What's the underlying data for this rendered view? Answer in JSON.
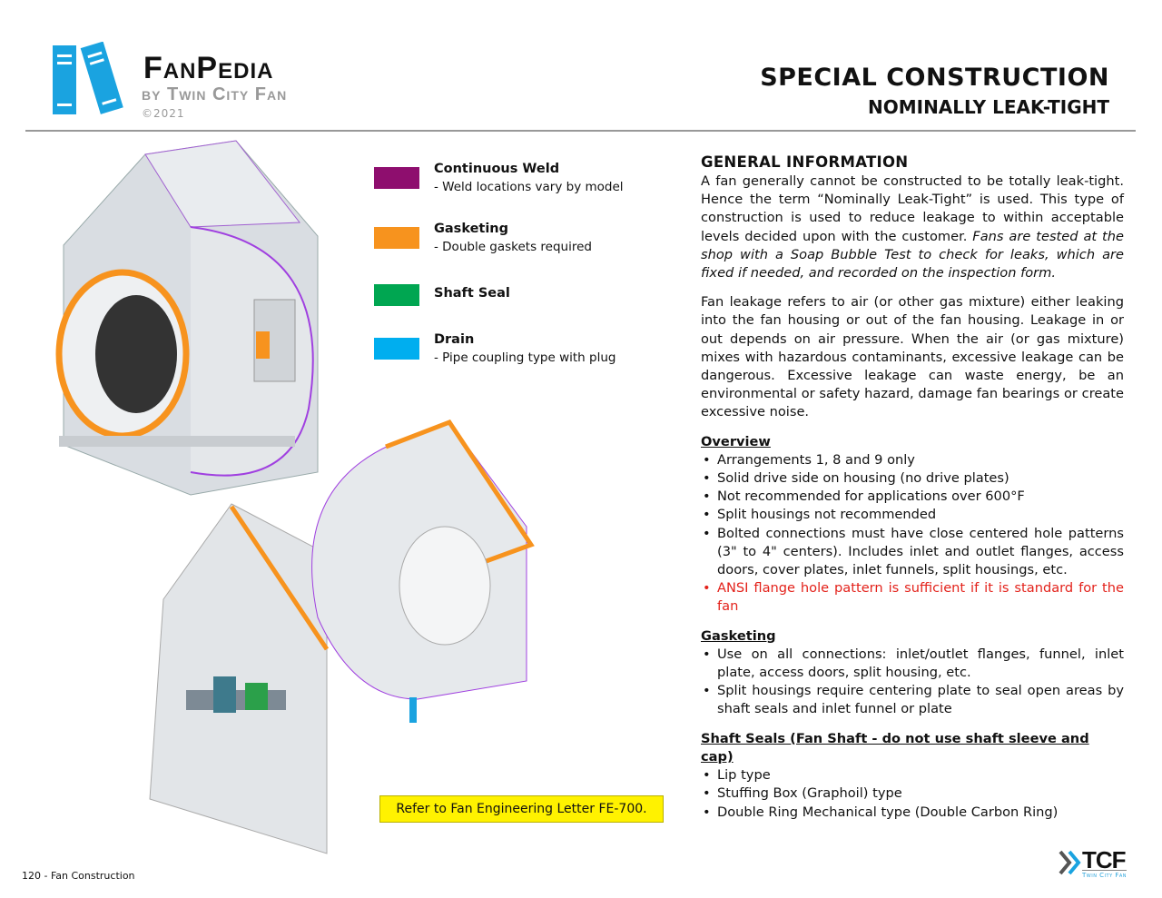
{
  "header": {
    "logo_title": "FanPedia",
    "logo_subtitle": "by Twin City Fan",
    "logo_copyright": "©2021",
    "title": "SPECIAL CONSTRUCTION",
    "subtitle": "NOMINALLY LEAK-TIGHT"
  },
  "legend": [
    {
      "label": "Continuous Weld",
      "sub": "- Weld locations vary by model",
      "color": "#8e0e6e"
    },
    {
      "label": "Gasketing",
      "sub": "- Double gaskets required",
      "color": "#f7931e"
    },
    {
      "label": "Shaft Seal",
      "sub": "",
      "color": "#00a651"
    },
    {
      "label": "Drain",
      "sub": "- Pipe coupling type with plug",
      "color": "#00aeef"
    }
  ],
  "content": {
    "general_heading": "GENERAL INFORMATION",
    "p1": "A fan generally cannot be constructed to be totally leak-tight. Hence the term “Nominally Leak-Tight” is used. This type of construction is used to reduce leakage to within acceptable levels decided upon with the customer. ",
    "p1_italic": "Fans are tested at the shop with a Soap Bubble Test to check for leaks, which are fixed if needed, and recorded on the inspection form.",
    "p2": "Fan leakage refers to air (or other gas mixture) either leaking into the fan housing or out of the fan housing. Leakage in or out depends on air pressure. When the air (or gas mixture) mixes with hazardous contaminants, excessive leakage can be dangerous. Excessive leakage can waste energy, be an environmental or safety hazard, damage fan bearings or create excessive noise.",
    "overview_heading": "Overview",
    "overview": [
      "Arrangements 1, 8 and 9 only",
      "Solid drive side on housing (no drive plates)",
      "Not recommended for applications over 600°F",
      "Split housings not recommended",
      "Bolted connections must have close centered hole patterns (3\" to 4\" centers). Includes inlet and outlet flanges, access doors, cover plates, inlet funnels, split housings, etc."
    ],
    "overview_red": "ANSI flange hole pattern is sufficient if it is standard for the fan",
    "gasketing_heading": "Gasketing",
    "gasketing": [
      "Use on all connections: inlet/outlet flanges, funnel, inlet plate, access doors, split housing, etc.",
      "Split housings require centering plate to seal open areas by shaft seals and inlet funnel or plate"
    ],
    "shaft_heading": "Shaft Seals (Fan Shaft - do not use shaft sleeve and cap)",
    "shaft": [
      "Lip type",
      "Stuffing Box (Graphoil) type",
      "Double Ring Mechanical type (Double Carbon Ring)"
    ]
  },
  "note": "Refer to Fan Engineering Letter FE-700.",
  "footer": "120 - Fan Construction",
  "brand": {
    "name": "TCF",
    "sub": "Twin City Fan"
  }
}
